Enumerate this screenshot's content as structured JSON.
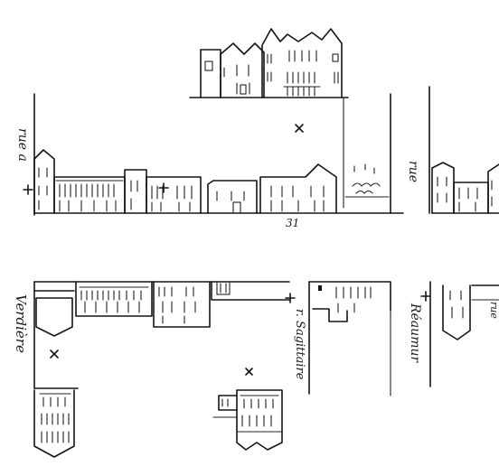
{
  "labels": {
    "street_top_left": "rue a",
    "street_top_right": "rue",
    "block_number": "31",
    "street_left": "Verdière",
    "street_center": "r. Sagittaire",
    "street_right": "Réaumur",
    "street_far_right": "rue"
  }
}
